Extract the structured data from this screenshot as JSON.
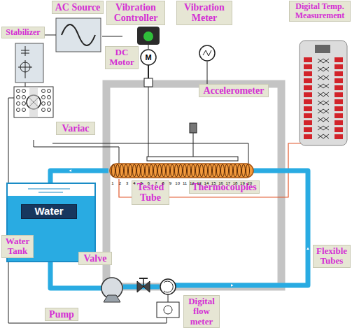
{
  "diagram": {
    "nodes": [
      {
        "text": [
          "AC Source"
        ]
      },
      {
        "text": [
          "Vibration Controller"
        ]
      },
      {
        "text": [
          "Vibration Meter"
        ]
      },
      {
        "text": [
          "Digital Temp. Measurement"
        ]
      },
      {
        "text": [
          "Stabilizer"
        ]
      },
      {
        "text": [
          "DC Motor"
        ]
      },
      {
        "text": [
          "Accelerometer"
        ]
      },
      {
        "text": [
          "Variac"
        ]
      },
      {
        "text": [
          "Tested Tube"
        ]
      },
      {
        "text": [
          "Thermocouples"
        ]
      },
      {
        "text": [
          "Water"
        ]
      },
      {
        "text": [
          "Water Tank"
        ]
      },
      {
        "text": [
          "Valve"
        ]
      },
      {
        "text": [
          "Flexible Tubes"
        ]
      },
      {
        "text": [
          "Digital flow meter"
        ]
      },
      {
        "text": [
          "Pump"
        ]
      }
    ],
    "labels": [
      "1",
      "2",
      "3",
      "4",
      "5",
      "6",
      "7",
      "8",
      "9",
      "10",
      "11",
      "12",
      "13",
      "14",
      "15",
      "16",
      "17",
      "18",
      "19",
      "20",
      "M"
    ]
  }
}
